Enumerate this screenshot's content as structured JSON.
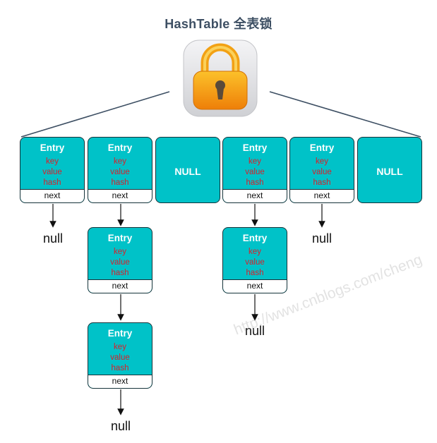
{
  "title": "HashTable 全表锁",
  "lock": {
    "icon": "padlock-icon",
    "body_color": "#f29a12",
    "frame_color": "#d9dadd"
  },
  "table": {
    "colors": {
      "entry_fill": "#00c2c8",
      "field_text": "#d8202a",
      "border": "#16333a"
    },
    "buckets": [
      {
        "type": "entry",
        "title": "Entry",
        "fields": [
          "key",
          "value",
          "hash"
        ],
        "next": "next"
      },
      {
        "type": "entry",
        "title": "Entry",
        "fields": [
          "key",
          "value",
          "hash"
        ],
        "next": "next"
      },
      {
        "type": "null",
        "label": "NULL"
      },
      {
        "type": "entry",
        "title": "Entry",
        "fields": [
          "key",
          "value",
          "hash"
        ],
        "next": "next"
      },
      {
        "type": "entry",
        "title": "Entry",
        "fields": [
          "key",
          "value",
          "hash"
        ],
        "next": "next"
      },
      {
        "type": "null",
        "label": "NULL"
      }
    ]
  },
  "chains": {
    "b0_null": "null",
    "b1_node1": {
      "title": "Entry",
      "fields": [
        "key",
        "value",
        "hash"
      ],
      "next": "next"
    },
    "b1_node2": {
      "title": "Entry",
      "fields": [
        "key",
        "value",
        "hash"
      ],
      "next": "next"
    },
    "b1_null": "null",
    "b3_node1": {
      "title": "Entry",
      "fields": [
        "key",
        "value",
        "hash"
      ],
      "next": "next"
    },
    "b3_null": "null",
    "b4_null": "null"
  },
  "watermark": "http://www.cnblogs.com/cheng"
}
